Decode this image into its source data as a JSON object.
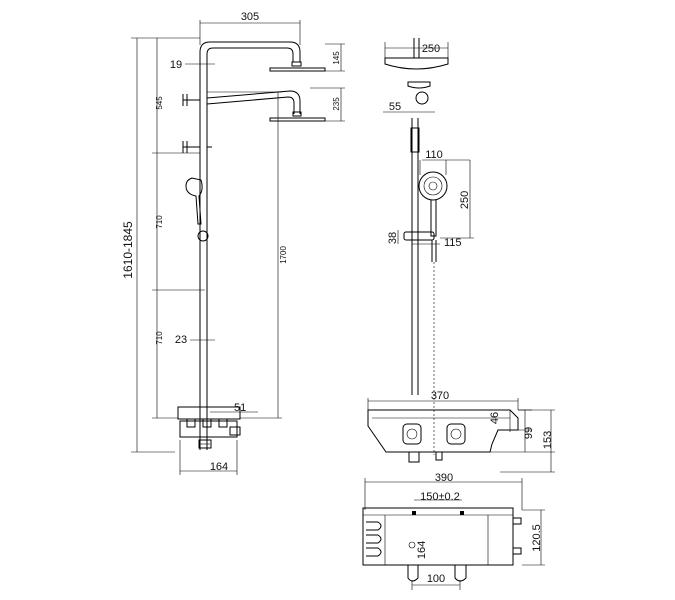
{
  "front_view": {
    "width_label": "305",
    "pipe_offset_label": "19",
    "top_head_height_label": "145",
    "upper_section_label": "545",
    "lower_head_height_label": "235",
    "overall_height_label": "1610-1845",
    "rail_length_label": "710",
    "lower_rail_label": "710",
    "total_height_label": "1700",
    "pipe_diameter_label": "23",
    "valve_offset_label": "51",
    "base_width_label": "164"
  },
  "side_view": {
    "head_diameter_label": "250",
    "arm_offset_label": "55",
    "handshower_width_label": "110",
    "handshower_length_label": "250",
    "holder_height_label": "38",
    "holder_length_label": "115"
  },
  "valve_front": {
    "shelf_length_label": "370",
    "depth_label": "46",
    "valve_height_label": "99",
    "total_height_label": "153"
  },
  "valve_top": {
    "shelf_width_label": "390",
    "centers_label": "150±0.2",
    "depth_label": "120.5",
    "offset_label": "164",
    "inlet_spacing_label": "100"
  }
}
